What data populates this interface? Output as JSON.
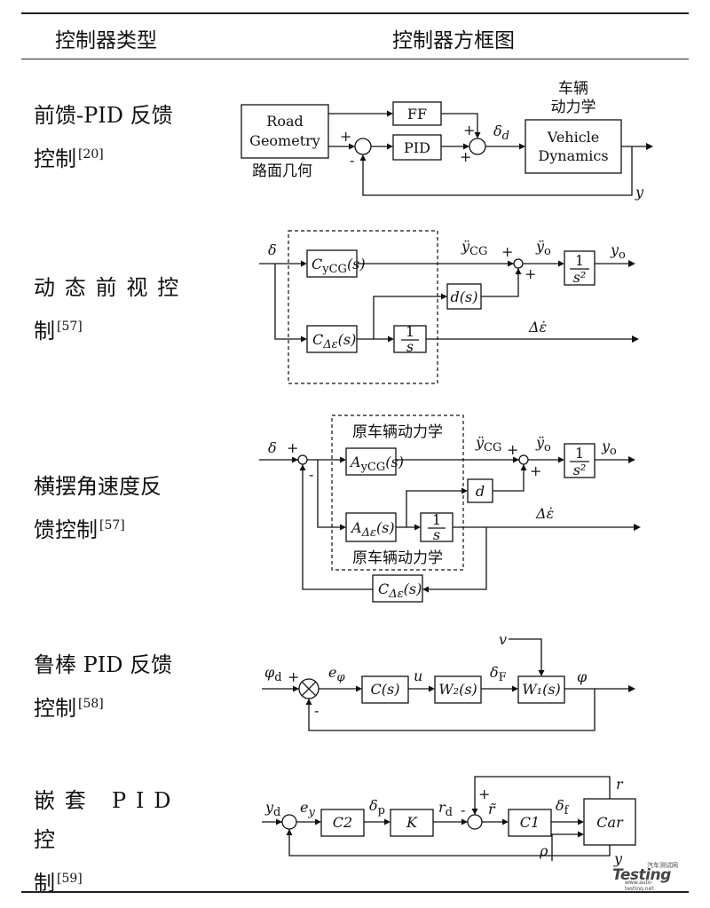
{
  "header": {
    "col_type": "控制器类型",
    "col_diagram": "控制器方框图"
  },
  "rows": [
    {
      "label_line1": "前馈-PID 反馈",
      "label_line2": "控制",
      "ref": "[20]",
      "blocks": {
        "road_l1": "Road",
        "road_l2": "Geometry",
        "road_cn": "路面几何",
        "ff": "FF",
        "pid": "PID",
        "veh_cn_l1": "车辆",
        "veh_cn_l2": "动力学",
        "veh_l1": "Vehicle",
        "veh_l2": "Dynamics"
      },
      "signals": {
        "delta": "δ",
        "delta_sub": "d",
        "y": "y"
      },
      "signs": {
        "sum1_top": "+",
        "sum1_bottom": "-",
        "sum2_top": "+",
        "sum2_bottom": "+"
      }
    },
    {
      "label_line1": "动态前视控",
      "label_line2": "制",
      "ref": "[57]",
      "blocks": {
        "c_cg": "C",
        "c_cg_sub": "yCG",
        "c_de": "C",
        "c_de_sub": "Δε",
        "arg": "(s)",
        "integ_num": "1",
        "integ_den": "s",
        "dblk": "d(s)",
        "dbl_num": "1",
        "dbl_den": "s²"
      },
      "signals": {
        "delta": "δ",
        "ycg": "ÿ",
        "ycg_sub": "CG",
        "yo_dd": "ÿ",
        "yo_sub": "o",
        "yo": "y",
        "de_out": "Δε̇"
      },
      "signs": {
        "top": "+",
        "right": "+"
      }
    },
    {
      "label_line1": "横摆角速度反",
      "label_line2": "馈控制",
      "ref": "[57]",
      "blocks": {
        "orig_top": "原车辆动力学",
        "orig_bottom": "原车辆动力学",
        "a_cg": "A",
        "a_cg_sub": "yCG",
        "a_de": "A",
        "a_de_sub": "Δε",
        "arg": "(s)",
        "integ_num": "1",
        "integ_den": "s",
        "dblk": "d",
        "dbl_num": "1",
        "dbl_den": "s²",
        "c_fb": "C",
        "c_fb_sub": "Δε"
      },
      "signals": {
        "delta": "δ",
        "ycg": "ÿ",
        "ycg_sub": "CG",
        "yo_dd": "ÿ",
        "yo_sub": "o",
        "yo": "y",
        "de_out": "Δε̇"
      },
      "signs": {
        "sum_in_left": "+",
        "sum_in_bottom": "-",
        "top": "+",
        "right": "+"
      }
    },
    {
      "label_line1": "鲁棒 PID 反馈",
      "label_line2": "控制",
      "ref": "[58]",
      "blocks": {
        "c": "C(s)",
        "w2": "W₂(s)",
        "w1": "W₁(s)"
      },
      "signals": {
        "phi_d": "φ",
        "phi_d_sub": "d",
        "e_phi": "e",
        "e_phi_sub": "φ",
        "u": "u",
        "delta_f": "δ",
        "delta_f_sub": "F",
        "v": "v",
        "phi": "φ"
      },
      "signs": {
        "left": "+",
        "bottom": "-"
      }
    },
    {
      "label_line1": "嵌套 PID 控",
      "label_line2": "制",
      "ref": "[59]",
      "blocks": {
        "c2": "C2",
        "k": "K",
        "c1": "C1",
        "car": "Car"
      },
      "signals": {
        "y_d": "y",
        "y_d_sub": "d",
        "e_y": "e",
        "e_y_sub": "y",
        "delta_p": "δ",
        "delta_p_sub": "p",
        "r_d": "r",
        "r_d_sub": "d",
        "r_tilde": "r̃",
        "delta_f": "δ",
        "delta_f_sub": "f",
        "r": "r",
        "rho": "ρ",
        "y": "y"
      },
      "signs": {
        "top": "+",
        "left": "-"
      }
    }
  ],
  "watermark": {
    "logo": "Testing",
    "cn": "汽车测试网",
    "url": "www.auto-testing.net"
  }
}
